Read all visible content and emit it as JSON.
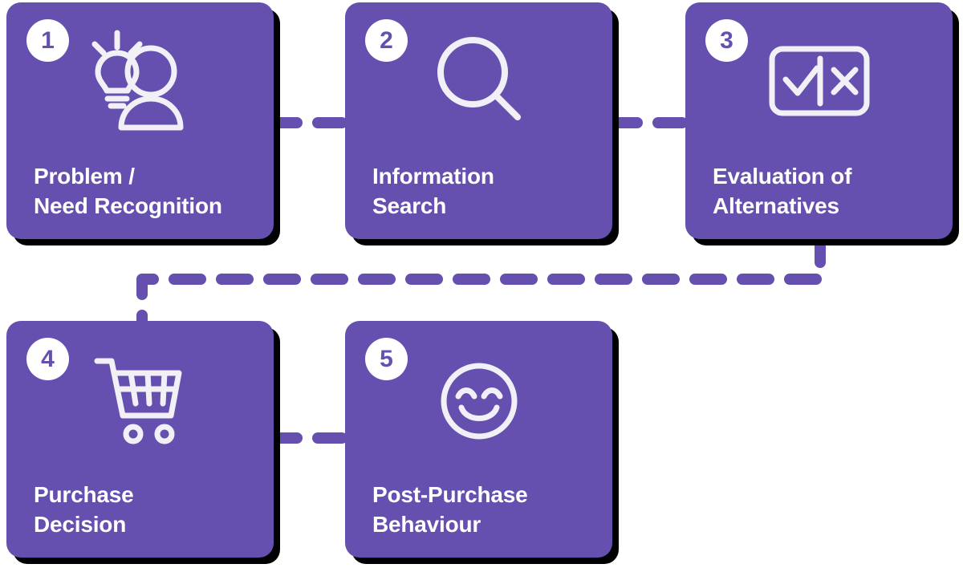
{
  "diagram": {
    "type": "process-flow",
    "orientation": "two-row-snake",
    "palette": {
      "card_fill": "#6550b0",
      "card_shadow": "#000000",
      "connector": "#6550b0",
      "badge_fill": "#ffffff",
      "badge_text": "#6550b0",
      "label_text": "#ffffff",
      "background": "#ffffff"
    },
    "steps": [
      {
        "number": "1",
        "label": "Problem /\nNeed Recognition",
        "icon": "lightbulb-person-icon"
      },
      {
        "number": "2",
        "label": "Information\nSearch",
        "icon": "magnifying-glass-icon"
      },
      {
        "number": "3",
        "label": "Evaluation of\nAlternatives",
        "icon": "check-cross-compare-icon"
      },
      {
        "number": "4",
        "label": "Purchase\nDecision",
        "icon": "shopping-cart-icon"
      },
      {
        "number": "5",
        "label": "Post-Purchase\nBehaviour",
        "icon": "smiley-face-icon"
      }
    ],
    "connectors": [
      {
        "name": "connector-1-to-2",
        "style": "dashed",
        "direction": "horizontal"
      },
      {
        "name": "connector-2-to-3",
        "style": "dashed",
        "direction": "horizontal"
      },
      {
        "name": "connector-3-to-4",
        "style": "dashed",
        "direction": "down-left-wrap"
      },
      {
        "name": "connector-4-to-5",
        "style": "dashed",
        "direction": "horizontal"
      }
    ]
  }
}
